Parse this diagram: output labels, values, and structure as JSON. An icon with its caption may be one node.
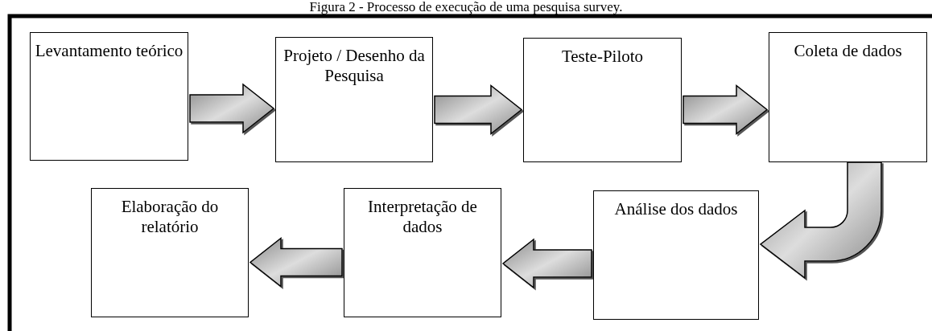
{
  "diagram": {
    "title": "Figura 2 - Processo de execução de uma pesquisa survey.",
    "nodes": [
      {
        "text": [
          "Levantamento teórico"
        ]
      },
      {
        "text": [
          "Projeto / Desenho da Pesquisa"
        ]
      },
      {
        "text": [
          "Teste-Piloto"
        ]
      },
      {
        "text": [
          "Coleta de dados"
        ]
      },
      {
        "text": [
          "Análise dos dados"
        ]
      },
      {
        "text": [
          "Interpretação de dados"
        ]
      },
      {
        "text": [
          "Elaboração do relatório"
        ]
      }
    ],
    "edges": [
      {
        "from": 0,
        "to": 1,
        "arrow": "to"
      },
      {
        "from": 1,
        "to": 2,
        "arrow": "to"
      },
      {
        "from": 2,
        "to": 3,
        "arrow": "to"
      },
      {
        "from": 3,
        "to": 4,
        "arrow": "to"
      },
      {
        "from": 4,
        "to": 5,
        "arrow": "to"
      },
      {
        "from": 5,
        "to": 6,
        "arrow": "to"
      }
    ]
  }
}
